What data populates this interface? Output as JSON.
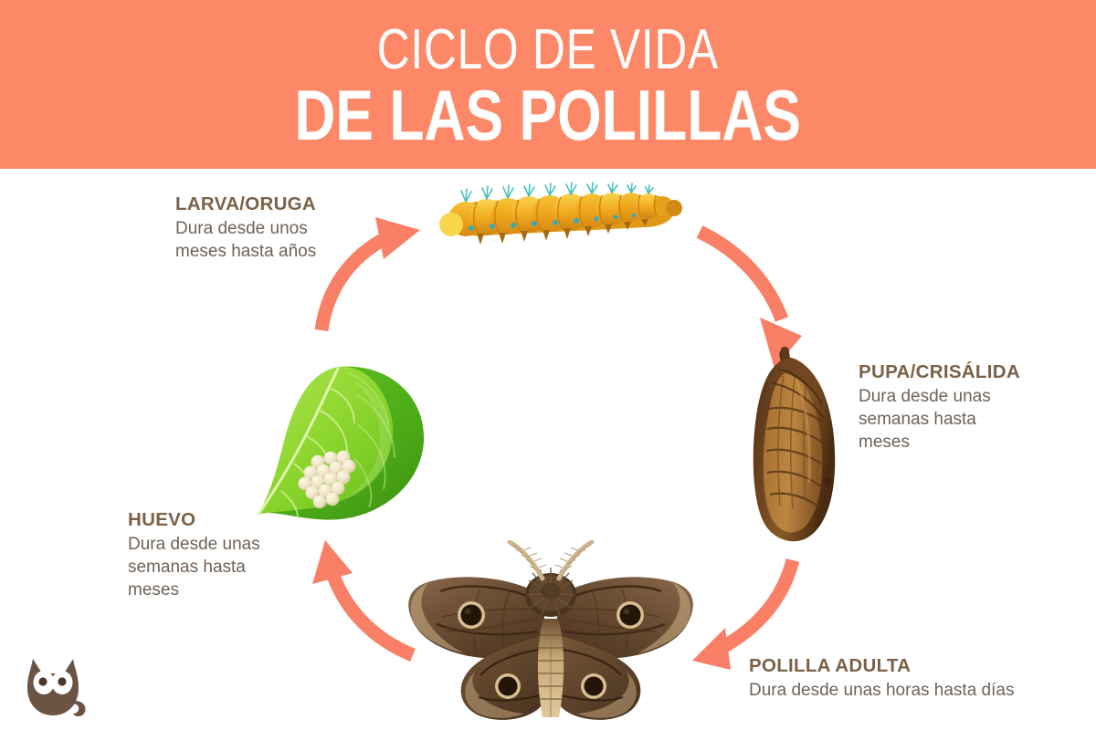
{
  "header": {
    "title_line1": "CICLO DE VIDA",
    "title_line2": "DE LAS POLILLAS",
    "background_color": "#fc8868",
    "text_color": "#ffffff"
  },
  "theme": {
    "arrow_color": "#f98066",
    "heading_color": "#7a6147",
    "body_color": "#6f6257",
    "page_background": "#ffffff"
  },
  "stages": [
    {
      "id": "larva",
      "heading": "LARVA/ORUGA",
      "description": "Dura desde unos\nmeses hasta años",
      "description_lines": [
        "Dura desde unos",
        "meses hasta años"
      ],
      "illustration": "caterpillar",
      "position": "top"
    },
    {
      "id": "pupa",
      "heading": "PUPA/CRISÁLIDA",
      "description": "Dura desde unas\nsemanas hasta\nmeses",
      "description_lines": [
        "Dura desde unas",
        "semanas hasta",
        "meses"
      ],
      "illustration": "chrysalis",
      "position": "right"
    },
    {
      "id": "adulta",
      "heading": "POLILLA ADULTA",
      "description": "Dura desde unas horas hasta días",
      "description_lines": [
        "Dura desde unas horas hasta días"
      ],
      "illustration": "moth",
      "position": "bottom"
    },
    {
      "id": "huevo",
      "heading": "HUEVO",
      "description": "Dura desde unas\nsemanas hasta\nmeses",
      "description_lines": [
        "Dura desde unas",
        "semanas hasta",
        "meses"
      ],
      "illustration": "leaf-with-eggs",
      "position": "left"
    }
  ],
  "arrows": [
    {
      "id": "arrow-huevo-to-larva",
      "direction": "up-right",
      "color": "#f98066"
    },
    {
      "id": "arrow-larva-to-pupa",
      "direction": "down-right",
      "color": "#f98066"
    },
    {
      "id": "arrow-pupa-to-adulta",
      "direction": "down-left",
      "color": "#f98066"
    },
    {
      "id": "arrow-adulta-to-huevo",
      "direction": "up-left",
      "color": "#f98066"
    }
  ],
  "logo": {
    "name": "owl-logo",
    "color": "#6b5444"
  }
}
